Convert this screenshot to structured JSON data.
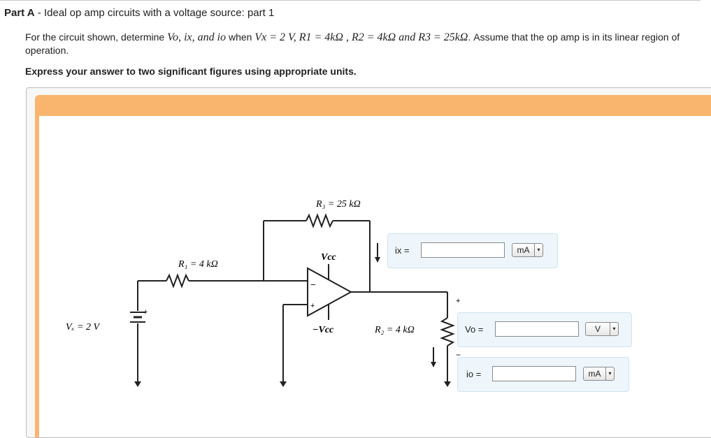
{
  "header": {
    "part_label": "Part A",
    "part_title": "Ideal op amp circuits with a voltage source: part 1"
  },
  "prompt": {
    "intro": "For the circuit shown, determine ",
    "vars": "Vo, ix, and io",
    "when": " when ",
    "values": "Vx = 2 V, R1 = 4kΩ , R2 = 4kΩ and R3 = 25kΩ",
    "assume": ". Assume that the op amp is in its linear region of operation."
  },
  "instruction": "Express your answer to two significant figures using appropriate units.",
  "circuit": {
    "r3_label": "R₃ = 25 kΩ",
    "r1_label": "R₁ = 4 kΩ",
    "r2_label": "R₂ = 4 kΩ",
    "vx_label": "Vₓ = 2 V",
    "vcc_label": "Vcc",
    "neg_vcc_label": "−Vcc",
    "minus": "−",
    "plus": "+"
  },
  "answers": [
    {
      "label": "ix =",
      "value": "",
      "unit": "mA"
    },
    {
      "label": "Vo =",
      "value": "",
      "unit": "V"
    },
    {
      "label": "io =",
      "value": "",
      "unit": "mA"
    }
  ],
  "icons": {
    "dropdown": "▾"
  },
  "colors": {
    "toolbar": "#f9b56e",
    "answer_bg": "#eef6fb"
  }
}
